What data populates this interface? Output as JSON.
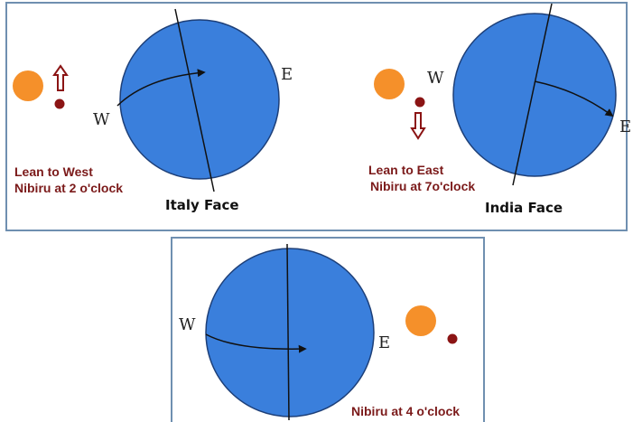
{
  "panels": {
    "italy": {
      "caption_line1": "Lean to West",
      "caption_line2": "Nibiru at 2 o'clock",
      "face_label": "Italy Face",
      "west_label": "W",
      "east_label": "E"
    },
    "india": {
      "caption_line1": "Lean to East",
      "caption_line2": "Nibiru at 7o'clock",
      "face_label": "India Face",
      "west_label": "W",
      "east_label": "E"
    },
    "bottom": {
      "caption": "Nibiru at 4 o'clock",
      "west_label": "W",
      "east_label": "E"
    }
  },
  "colors": {
    "earth": "#3a7fdc",
    "sun": "#f5902a",
    "nibiru": "#8b1414",
    "caption": "#7b1a1a",
    "frame": "#6f8fb0"
  }
}
